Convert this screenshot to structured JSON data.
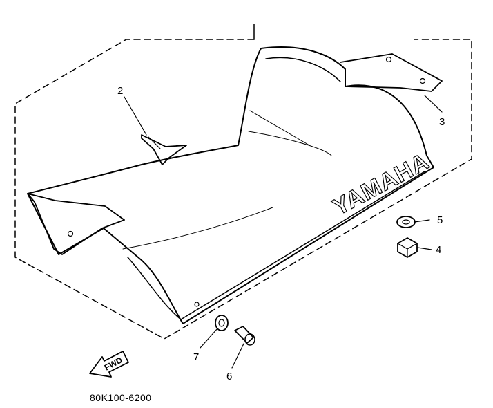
{
  "brand_text": "YAMAHA",
  "fwd_label": "FWD",
  "part_code": "80K100-6200",
  "callouts": {
    "c2": "2",
    "c3": "3",
    "c4": "4",
    "c5": "5",
    "c6": "6",
    "c7": "7"
  },
  "colors": {
    "ink": "#000000",
    "paper": "#ffffff"
  },
  "icons": {
    "fwd_arrow": "fwd-arrow-icon"
  }
}
